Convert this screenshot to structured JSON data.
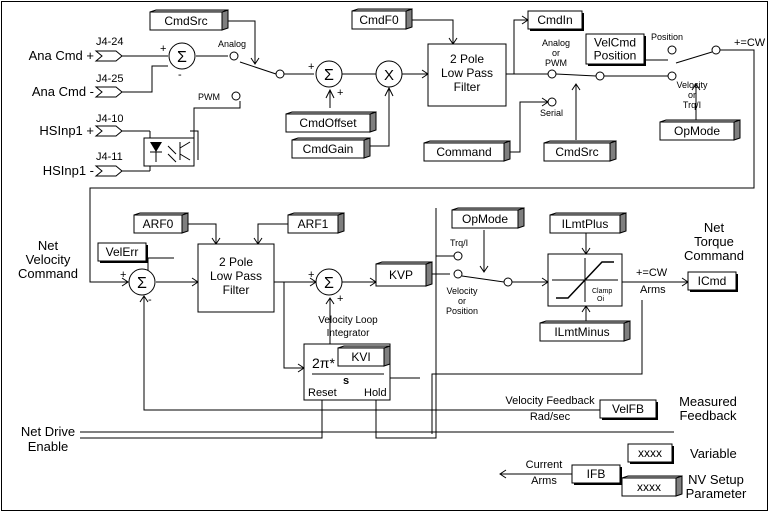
{
  "inputs": {
    "ana_cmd_plus": "Ana Cmd +",
    "ana_cmd_minus": "Ana Cmd -",
    "hsinp1_plus": "HSInp1 +",
    "hsinp1_minus": "HSInp1 -",
    "j4_24": "J4-24",
    "j4_25": "J4-25",
    "j4_10": "J4-10",
    "j4_11": "J4-11",
    "net_drive_enable": [
      "Net Drive",
      "Enable"
    ]
  },
  "nodes": {
    "sigma": "Σ",
    "multiply": "X",
    "plus": "+",
    "minus": "-"
  },
  "labels": {
    "analog": "Analog",
    "pwm": "PWM",
    "serial": "Serial",
    "analog_or_pwm": [
      "Analog",
      "or",
      "PWM"
    ],
    "position": "Position",
    "plus_eq_cw": "+=CW",
    "velocity_or_trqi": [
      "Velocity",
      "or",
      "Trq/I"
    ],
    "net_velocity_command": [
      "Net",
      "Velocity",
      "Command"
    ],
    "trqi": "Trq/I",
    "velocity_or_position": [
      "Velocity",
      "or",
      "Position"
    ],
    "net_torque_command": [
      "Net",
      "Torque",
      "Command"
    ],
    "arms": "Arms",
    "clamp": "Clamp",
    "clamp_sub": "Oi",
    "velocity_loop_integrator": [
      "Velocity Loop",
      "Integrator"
    ],
    "two_pi": "2π*",
    "s": "s",
    "reset": "Reset",
    "hold": "Hold",
    "velocity_feedback": [
      "Velocity Feedback",
      "Rad/sec"
    ],
    "measured_feedback": [
      "Measured",
      "Feedback"
    ],
    "current_arms": [
      "Current",
      "Arms"
    ]
  },
  "filters": {
    "top": [
      "2 Pole",
      "Low Pass",
      "Filter"
    ],
    "bottom": [
      "2 Pole",
      "Low Pass",
      "Filter"
    ]
  },
  "blocks": {
    "cmdsrc_top": "CmdSrc",
    "cmdf0": "CmdF0",
    "cmdin": "CmdIn",
    "velcmd_position": [
      "VelCmd",
      "Position"
    ],
    "cmdoffset": "CmdOffset",
    "cmdgain": "CmdGain",
    "command": "Command",
    "cmdsrc_bottom": "CmdSrc",
    "opmode_top": "OpMode",
    "arf0": "ARF0",
    "arf1": "ARF1",
    "velerr": "VelErr",
    "opmode_bottom": "OpMode",
    "kvp": "KVP",
    "kvi": "KVI",
    "ilmtplus": "ILmtPlus",
    "ilmtminus": "ILmtMinus",
    "icmd": "ICmd",
    "velfb": "VelFB",
    "ifb": "IFB"
  },
  "legend": {
    "sample_variable": "xxxx",
    "variable": "Variable",
    "sample_nv": "xxxx",
    "nv_setup_parameter": [
      "NV Setup",
      "Parameter"
    ]
  }
}
